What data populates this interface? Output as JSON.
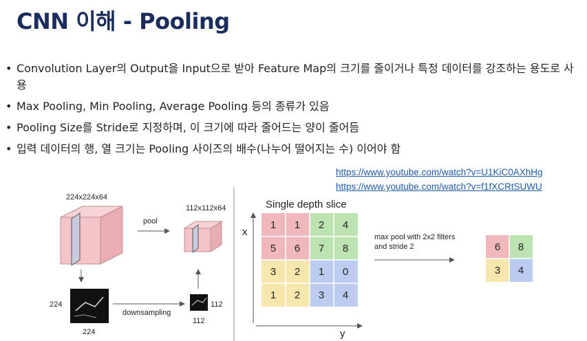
{
  "title": "CNN 이해 - Pooling",
  "bullets": [
    "Convolution Layer의 Output을 Input으로 받아 Feature Map의 크기를 줄이거나 특정 데이터를 강조하는 용도로 사용",
    "Max Pooling, Min Pooling, Average Pooling 등의 종류가 있음",
    "Pooling Size를 Stride로 지정하며, 이 크기에 따라 줄어드는 양이 줄어듬",
    "입력 데이터의 행, 열 크기는 Pooling 사이즈의 배수(나누어 떨어지는 수) 이어야 함"
  ],
  "links": [
    "https://www.youtube.com/watch?v=U1KiC0AXhHg",
    "https://www.youtube.com/watch?v=f1fXCRtSUWU"
  ],
  "figure": {
    "volume_label": "224x224x64",
    "pooled_label": "112x112x64",
    "pool_label": "pool",
    "downsampling_label": "downsampling",
    "size_224_side": "224",
    "size_224_bottom": "224",
    "size_112_side": "112",
    "size_112_bottom": "112",
    "slice_title": "Single depth slice",
    "axis_x": "x",
    "axis_y": "y",
    "maxpool_line1": "max pool with 2x2 filters",
    "maxpool_line2": "and stride 2",
    "grid": [
      [
        "1",
        "1",
        "2",
        "4"
      ],
      [
        "5",
        "6",
        "7",
        "8"
      ],
      [
        "3",
        "2",
        "1",
        "0"
      ],
      [
        "1",
        "2",
        "3",
        "4"
      ]
    ],
    "result": [
      [
        "6",
        "8"
      ],
      [
        "3",
        "4"
      ]
    ]
  },
  "colors": {
    "title": "#1a2d5c",
    "quad_red": "#f0b8bd",
    "quad_green": "#bde3b3",
    "quad_yellow": "#f8e7ad",
    "quad_blue": "#bccbf0",
    "volume_pink": "#f4c4c8"
  }
}
